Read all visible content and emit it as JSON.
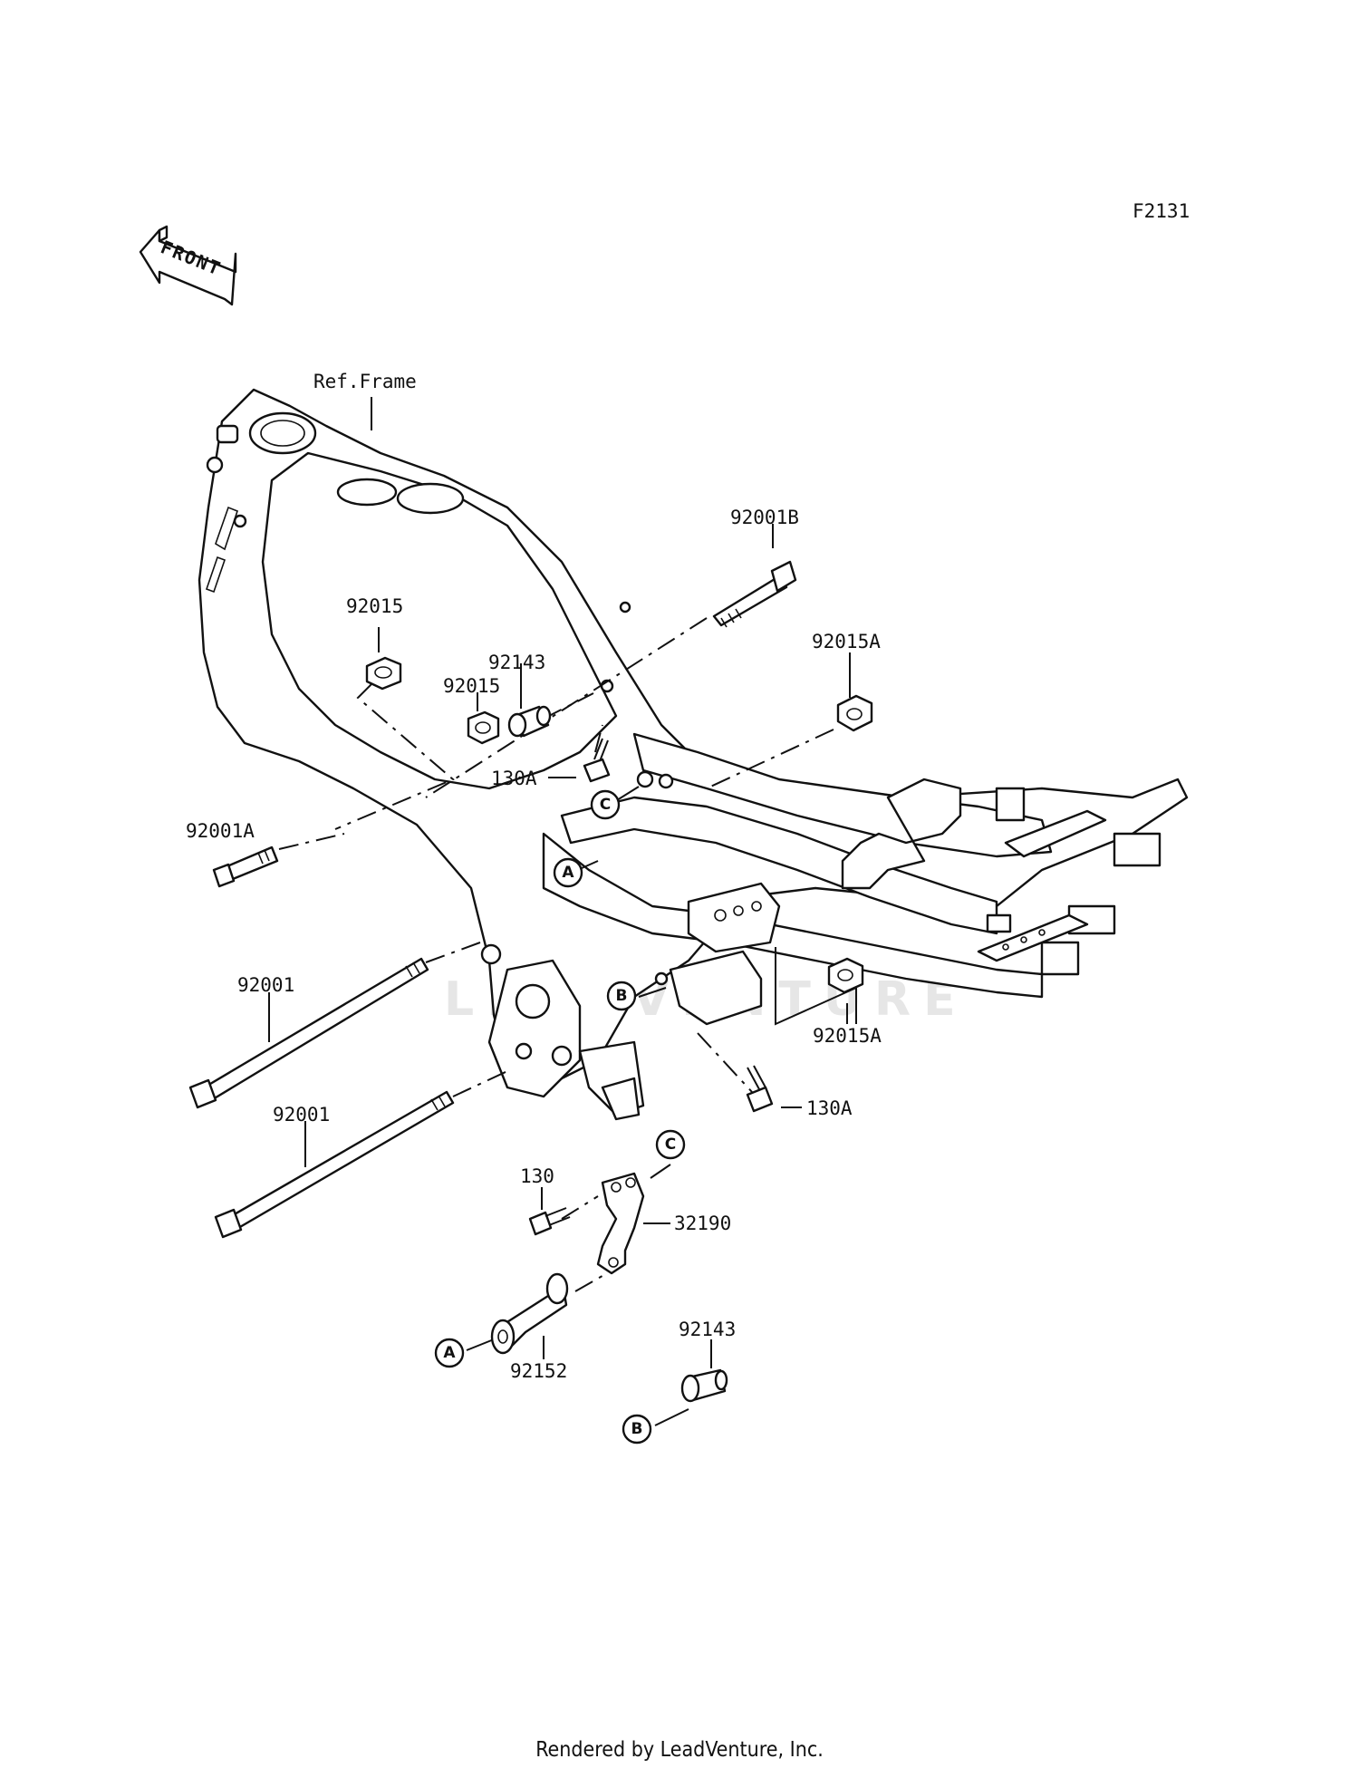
{
  "diagram_code": "F2131",
  "front_arrow_text": "FRONT",
  "watermark": "LEADVENTURE",
  "labels": {
    "ref_frame": "Ref.Frame",
    "p92001B": "92001B",
    "p92015_top": "92015",
    "p92143_top": "92143",
    "p92015_mid": "92015",
    "p92015A_top": "92015A",
    "p130A_top": "130A",
    "p92001A": "92001A",
    "p92001_a": "92001",
    "p92001_b": "92001",
    "p92015A_bot": "92015A",
    "p130A_bot": "130A",
    "p130": "130",
    "p32190": "32190",
    "p92152": "92152",
    "p92143_bot": "92143"
  },
  "callouts": {
    "A": "A",
    "B": "B",
    "C": "C"
  },
  "footer": "Rendered by LeadVenture, Inc."
}
